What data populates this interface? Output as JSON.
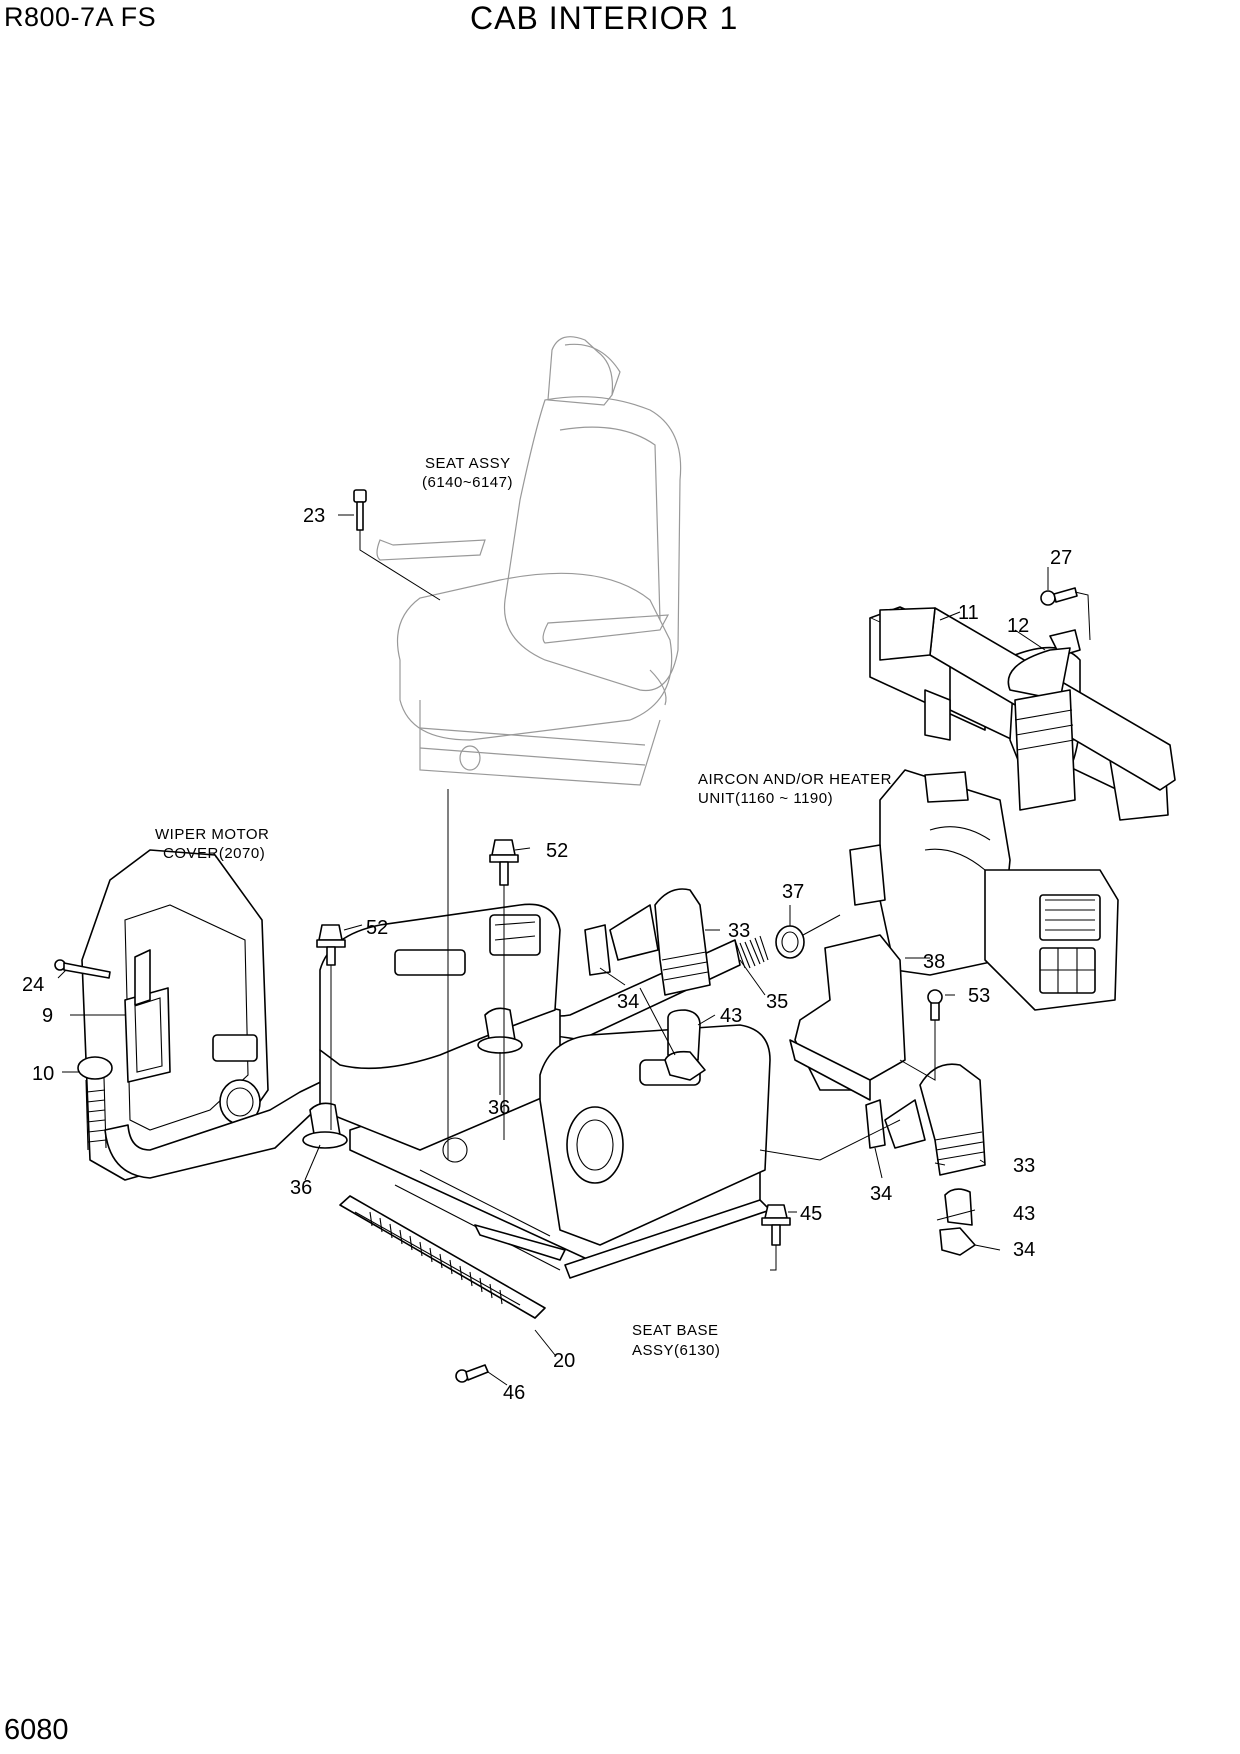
{
  "header": {
    "model": "R800-7A  FS",
    "title": "CAB INTERIOR 1"
  },
  "footer": {
    "page_number": "6080"
  },
  "notes": {
    "seat_assy": [
      "SEAT ASSY",
      "(6140~6147)"
    ],
    "wiper_motor_cover": [
      "WIPER MOTOR",
      "COVER(2070)"
    ],
    "aircon_heater": [
      "AIRCON AND/OR HEATER",
      "UNIT(1160 ~ 1190)"
    ],
    "seat_base": [
      "SEAT BASE",
      "ASSY(6130)"
    ]
  },
  "callouts": {
    "c23": "23",
    "c27": "27",
    "c11": "11",
    "c12": "12",
    "c52a": "52",
    "c52b": "52",
    "c37": "37",
    "c33a": "33",
    "c33b": "33",
    "c24": "24",
    "c9": "9",
    "c10": "10",
    "c34a": "34",
    "c34b": "34",
    "c34c": "34",
    "c35": "35",
    "c38": "38",
    "c53": "53",
    "c43a": "43",
    "c43b": "43",
    "c36a": "36",
    "c36b": "36",
    "c45": "45",
    "c20": "20",
    "c46": "46"
  }
}
